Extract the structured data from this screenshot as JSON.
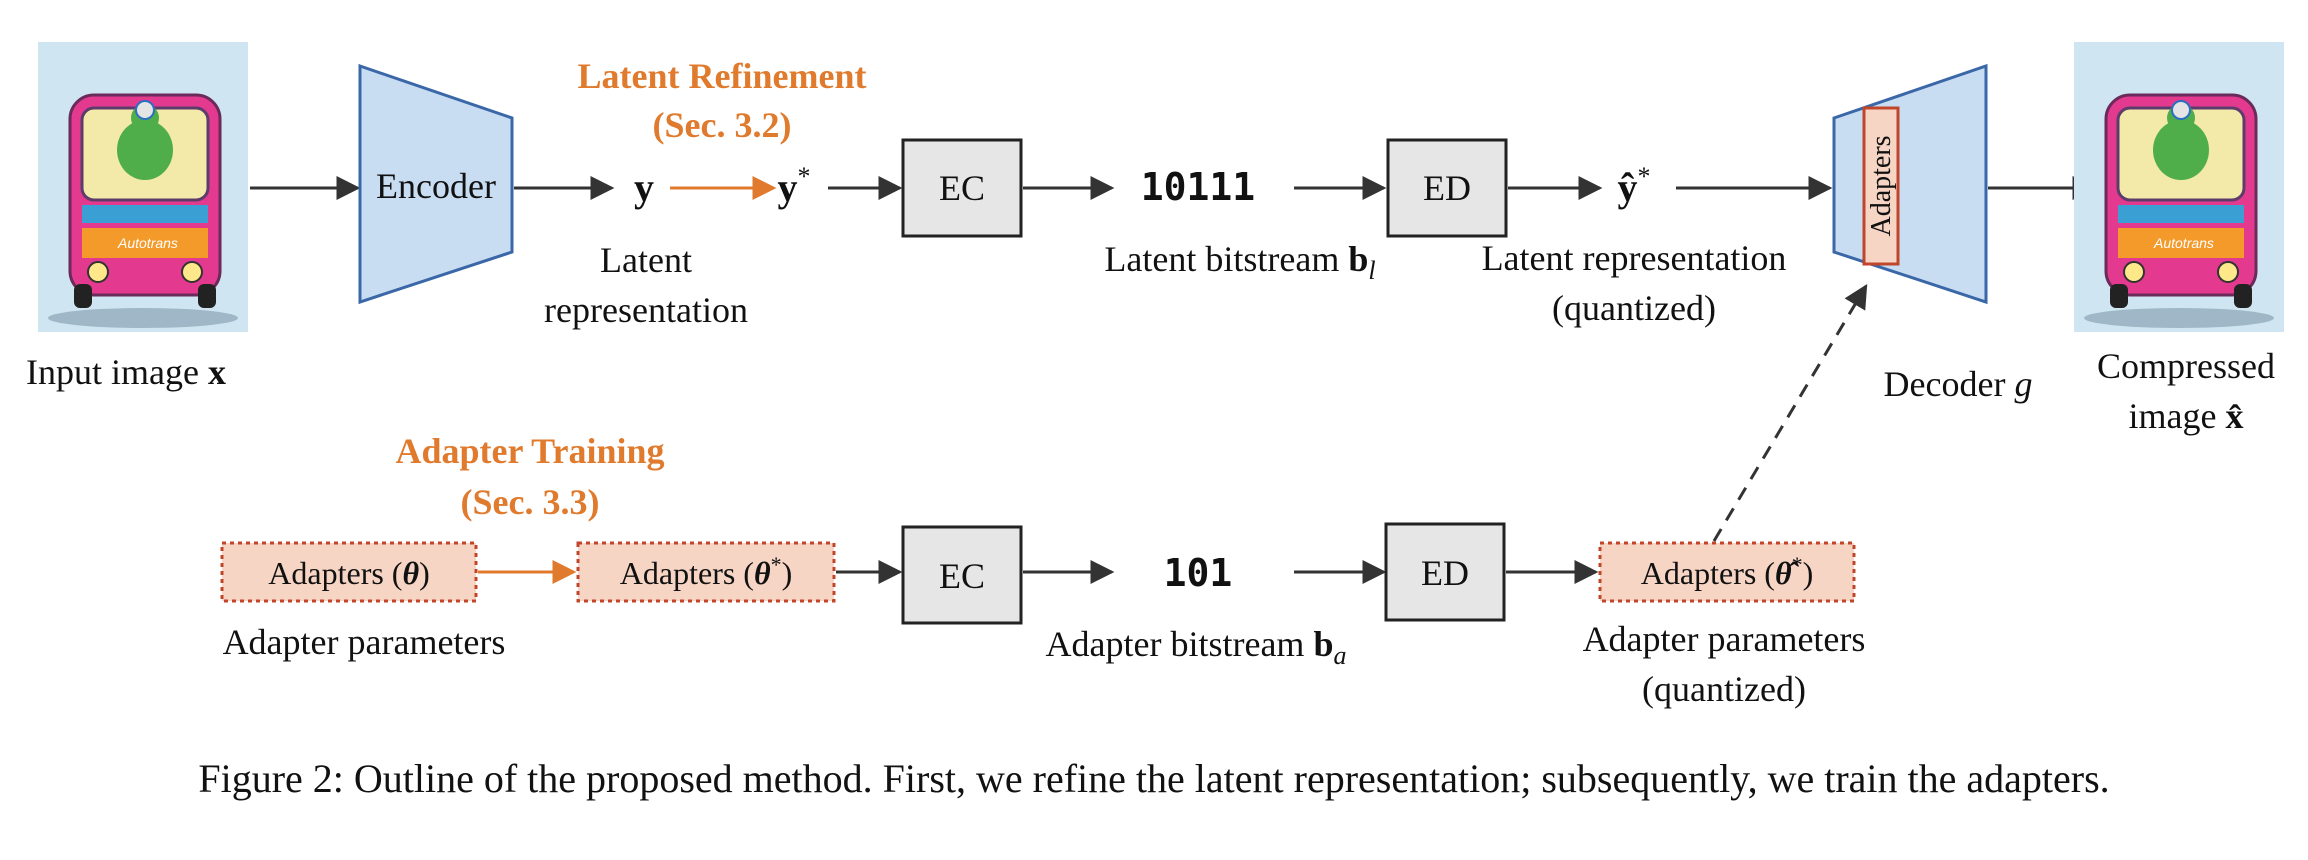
{
  "colors": {
    "encoder_fill": "#c9ddf2",
    "encoder_stroke": "#3a67a8",
    "box_fill": "#e6e6e6",
    "box_stroke": "#222222",
    "adapter_fill": "#f6d5c4",
    "adapter_stroke": "#c0452a",
    "highlight": "#e07b2e",
    "arrow": "#333333"
  },
  "input": {
    "label_prefix": "Input image ",
    "label_symbol": "x"
  },
  "encoder": {
    "label": "Encoder"
  },
  "latent_refinement": {
    "title": "Latent Refinement",
    "section": "(Sec. 3.2)",
    "y": "y",
    "y_star": "y",
    "star": "*",
    "caption_line1": "Latent",
    "caption_line2": "representation"
  },
  "ec_top": {
    "label": "EC"
  },
  "bitstream_top": {
    "bits": "10111",
    "caption": "Latent bitstream ",
    "symbol": "b",
    "subscript": "l"
  },
  "ed_top": {
    "label": "ED"
  },
  "yhat_star": {
    "symbol": "ŷ",
    "star": "*",
    "caption_line1": "Latent representation",
    "caption_line2": "(quantized)"
  },
  "decoder": {
    "adapters_label": "Adapters",
    "caption": "Decoder ",
    "caption_symbol": "g"
  },
  "output": {
    "caption_line1": "Compressed",
    "caption_line2_prefix": "image ",
    "caption_symbol": "x̂"
  },
  "adapter_training": {
    "title": "Adapter Training",
    "section": "(Sec. 3.3)",
    "theta_label": "Adapters (",
    "theta_symbol": "θ",
    "theta_close": ")",
    "theta_star_label": "Adapters (",
    "theta_star_symbol": "θ",
    "theta_star_close": ")",
    "star": "*",
    "caption": "Adapter parameters"
  },
  "ec_bottom": {
    "label": "EC"
  },
  "bitstream_bottom": {
    "bits": "101",
    "caption": "Adapter bitstream ",
    "symbol": "b",
    "subscript": "a"
  },
  "ed_bottom": {
    "label": "ED"
  },
  "theta_hat": {
    "label": "Adapters (",
    "symbol": "θ̂",
    "close": ")",
    "star": "*",
    "caption_line1": "Adapter parameters",
    "caption_line2": "(quantized)"
  },
  "figure_caption": "Figure 2: Outline of the proposed method. First, we refine the latent representation; subsequently, we train the adapters."
}
